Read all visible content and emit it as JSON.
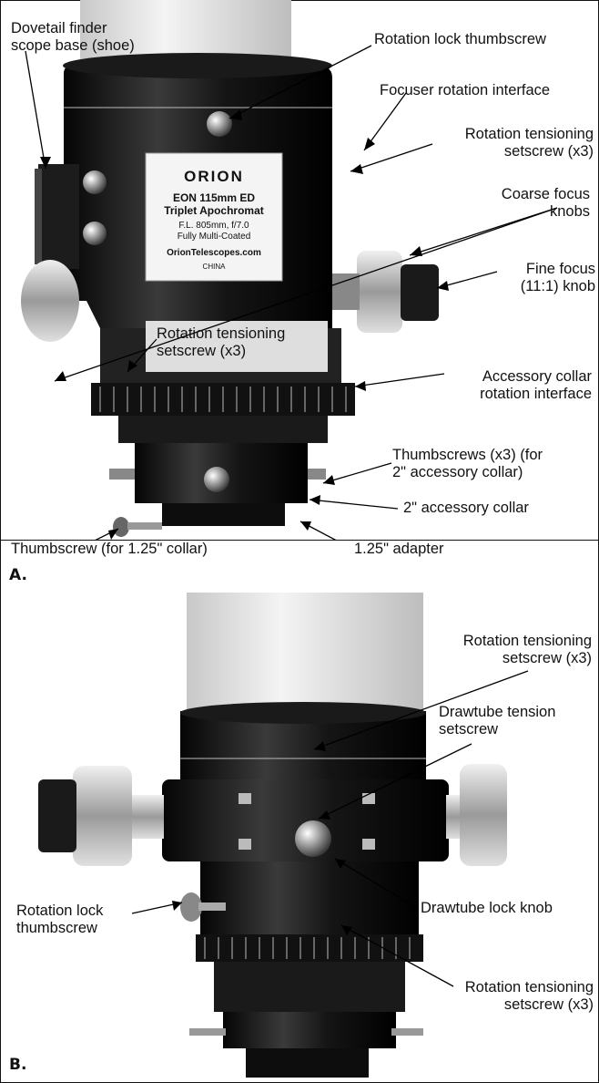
{
  "panel_a": {
    "letter": "A.",
    "labels": {
      "dovetail": "Dovetail finder\nscope base (shoe)",
      "rotation_lock": "Rotation lock thumbscrew",
      "focuser_rotation": "Focuser rotation interface",
      "rot_tension_top": "Rotation tensioning\nsetscrew (x3)",
      "coarse_focus": "Coarse focus\nknobs",
      "fine_focus": "Fine focus\n(11:1) knob",
      "rot_tension_mid": "Rotation tensioning\nsetscrew (x3)",
      "accessory_collar_rot": "Accessory collar\nrotation interface",
      "thumbscrews_x3": "Thumbscrews (x3) (for\n2\" accessory collar)",
      "collar_2in": "2\" accessory collar",
      "thumbscrew_125": "Thumbscrew (for 1.25\" collar)",
      "adapter_125": "1.25\" adapter"
    },
    "tube_label": {
      "brand": "ORION",
      "model_line1": "EON 115mm ED",
      "model_line2": "Triplet Apochromat",
      "spec_line1": "F.L. 805mm, f/7.0",
      "spec_line2": "Fully Multi-Coated",
      "website": "OrionTelescopes.com",
      "origin": "CHINA"
    }
  },
  "panel_b": {
    "letter": "B.",
    "labels": {
      "rot_tension_top": "Rotation tensioning\nsetscrew (x3)",
      "drawtube_tension": "Drawtube tension\nsetscrew",
      "drawtube_lock": "Drawtube lock knob",
      "rotation_lock": "Rotation lock\nthumbscrew",
      "rot_tension_bottom": "Rotation tensioning\nsetscrew (x3)"
    }
  }
}
